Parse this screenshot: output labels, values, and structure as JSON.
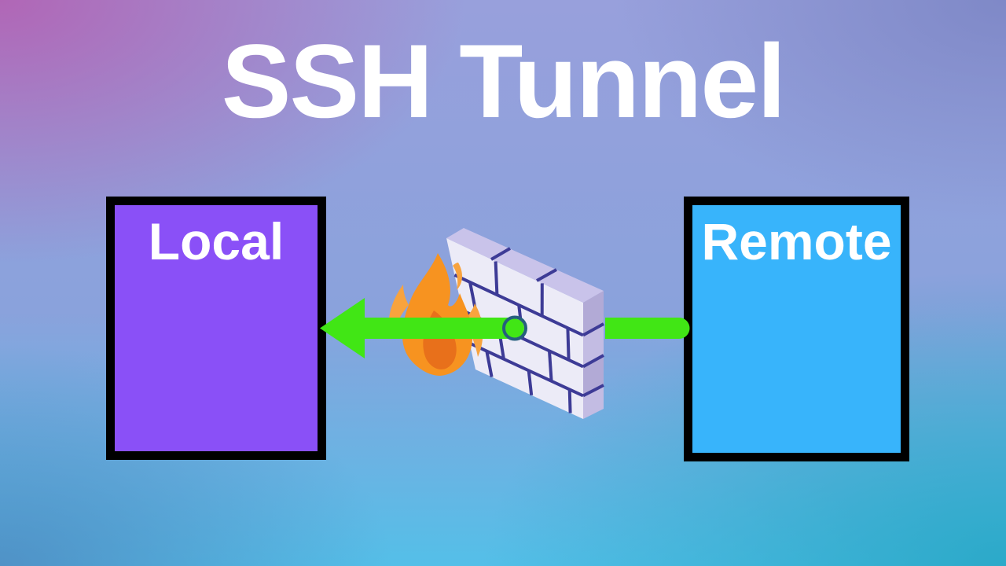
{
  "title": "SSH Tunnel",
  "nodes": {
    "local": {
      "label": "Local",
      "fill": "#8a50f7"
    },
    "remote": {
      "label": "Remote",
      "fill": "#38b4fb"
    }
  },
  "tunnel": {
    "arrow_color": "#41e615",
    "port_ring_color": "#265f7d",
    "direction": "remote-to-local"
  },
  "firewall": {
    "front_color": "#ecebf7",
    "top_color": "#c9c3ea",
    "side_color": "#c3bce3",
    "side_dark_color": "#b2aad6",
    "mortar_color": "#3d3b96"
  },
  "flame": {
    "outer_color": "#f8a33e",
    "main_color": "#f79320",
    "inner_color": "#e8701b"
  },
  "background": {
    "top_left": "#b264b4",
    "top_right": "#7c86c5",
    "bottom_left": "#4f8dc3",
    "bottom_right": "#29a8c7",
    "center": "#98a0dc",
    "bottom_center": "#54bfe8"
  }
}
